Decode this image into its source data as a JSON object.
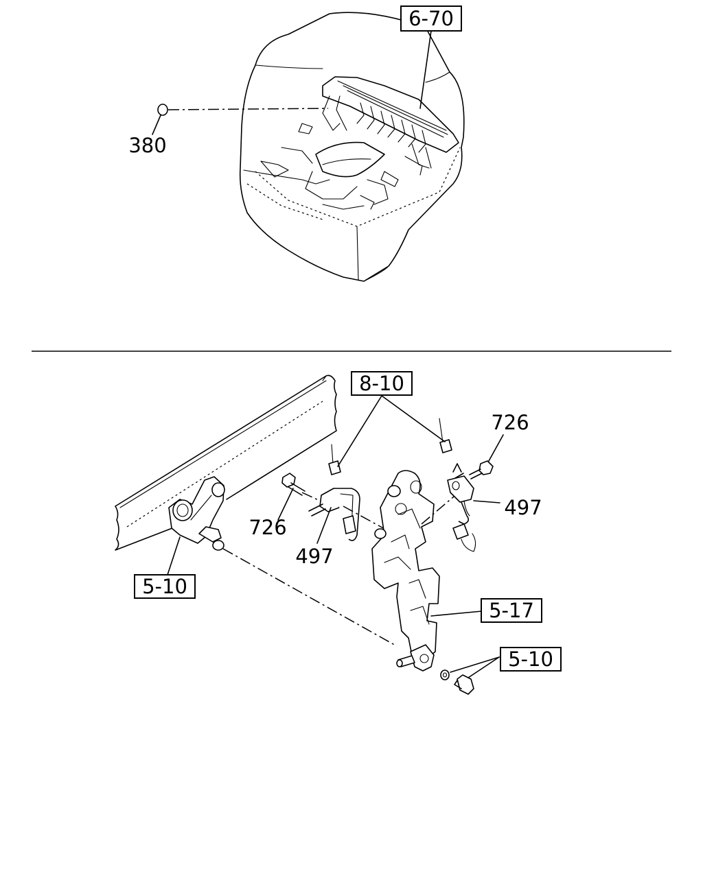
{
  "colors": {
    "line": "#000000",
    "background": "#ffffff"
  },
  "top_view": {
    "ref_box": "6-70",
    "part_label": "380"
  },
  "bottom_view": {
    "ref_box_top": "8-10",
    "label_726_right": "726",
    "label_497_right": "497",
    "label_726_left": "726",
    "label_497_left": "497",
    "ref_box_left": "5-10",
    "ref_box_mid": "5-17",
    "ref_box_bottom": "5-10"
  }
}
